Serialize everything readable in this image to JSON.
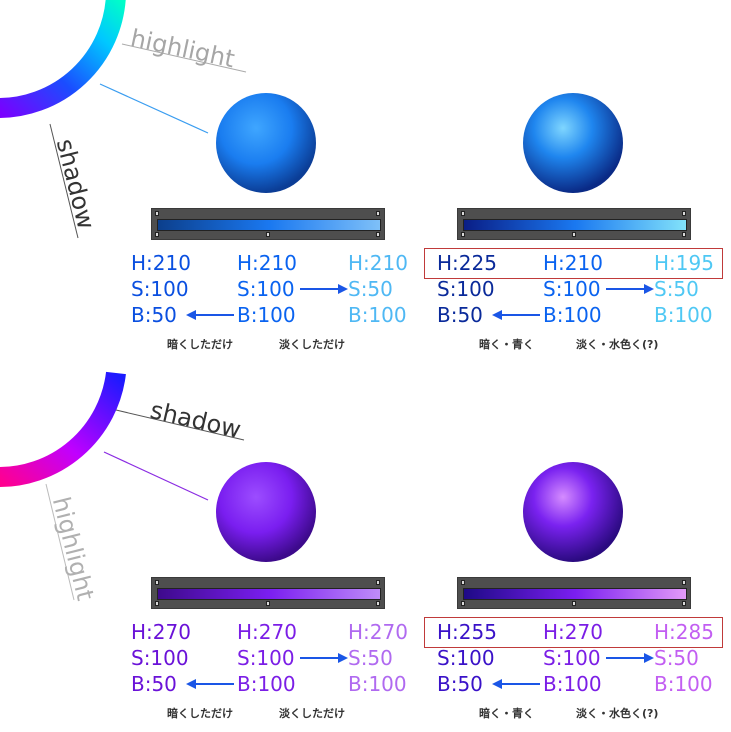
{
  "colors": {
    "blue_text_dark": "#0a4fe0",
    "blue_text_light": "#4fb8f4",
    "purple_text_dark": "#7b1ee6",
    "purple_text_light": "#c25ef2",
    "red_box": "#c03a3a",
    "caption": "#333333"
  },
  "top": {
    "wheel_labels": {
      "highlight": "highlight",
      "shadow": "shadow"
    },
    "left": {
      "col1": {
        "h": "H:210",
        "s": "S:100",
        "b": "B:50"
      },
      "col2": {
        "h": "H:210",
        "s": "S:100",
        "b": "B:100"
      },
      "col3": {
        "h": "H:210",
        "s": "S:50",
        "b": "B:100"
      },
      "caption_dark": "暗くしただけ",
      "caption_light": "淡くしただけ"
    },
    "right": {
      "col1": {
        "h": "H:225",
        "s": "S:100",
        "b": "B:50"
      },
      "col2": {
        "h": "H:210",
        "s": "S:100",
        "b": "B:100"
      },
      "col3": {
        "h": "H:195",
        "s": "S:50",
        "b": "B:100"
      },
      "caption_dark": "暗く・青く",
      "caption_light": "淡く・水色く(?)"
    }
  },
  "bottom": {
    "wheel_labels": {
      "highlight": "highlight",
      "shadow": "shadow"
    },
    "left": {
      "col1": {
        "h": "H:270",
        "s": "S:100",
        "b": "B:50"
      },
      "col2": {
        "h": "H:270",
        "s": "S:100",
        "b": "B:100"
      },
      "col3": {
        "h": "H:270",
        "s": "S:50",
        "b": "B:100"
      },
      "caption_dark": "暗くしただけ",
      "caption_light": "淡くしただけ"
    },
    "right": {
      "col1": {
        "h": "H:255",
        "s": "S:100",
        "b": "B:50"
      },
      "col2": {
        "h": "H:270",
        "s": "S:100",
        "b": "B:100"
      },
      "col3": {
        "h": "H:285",
        "s": "S:50",
        "b": "B:100"
      },
      "caption_dark": "暗く・青く",
      "caption_light": "淡く・水色く(?)"
    }
  }
}
